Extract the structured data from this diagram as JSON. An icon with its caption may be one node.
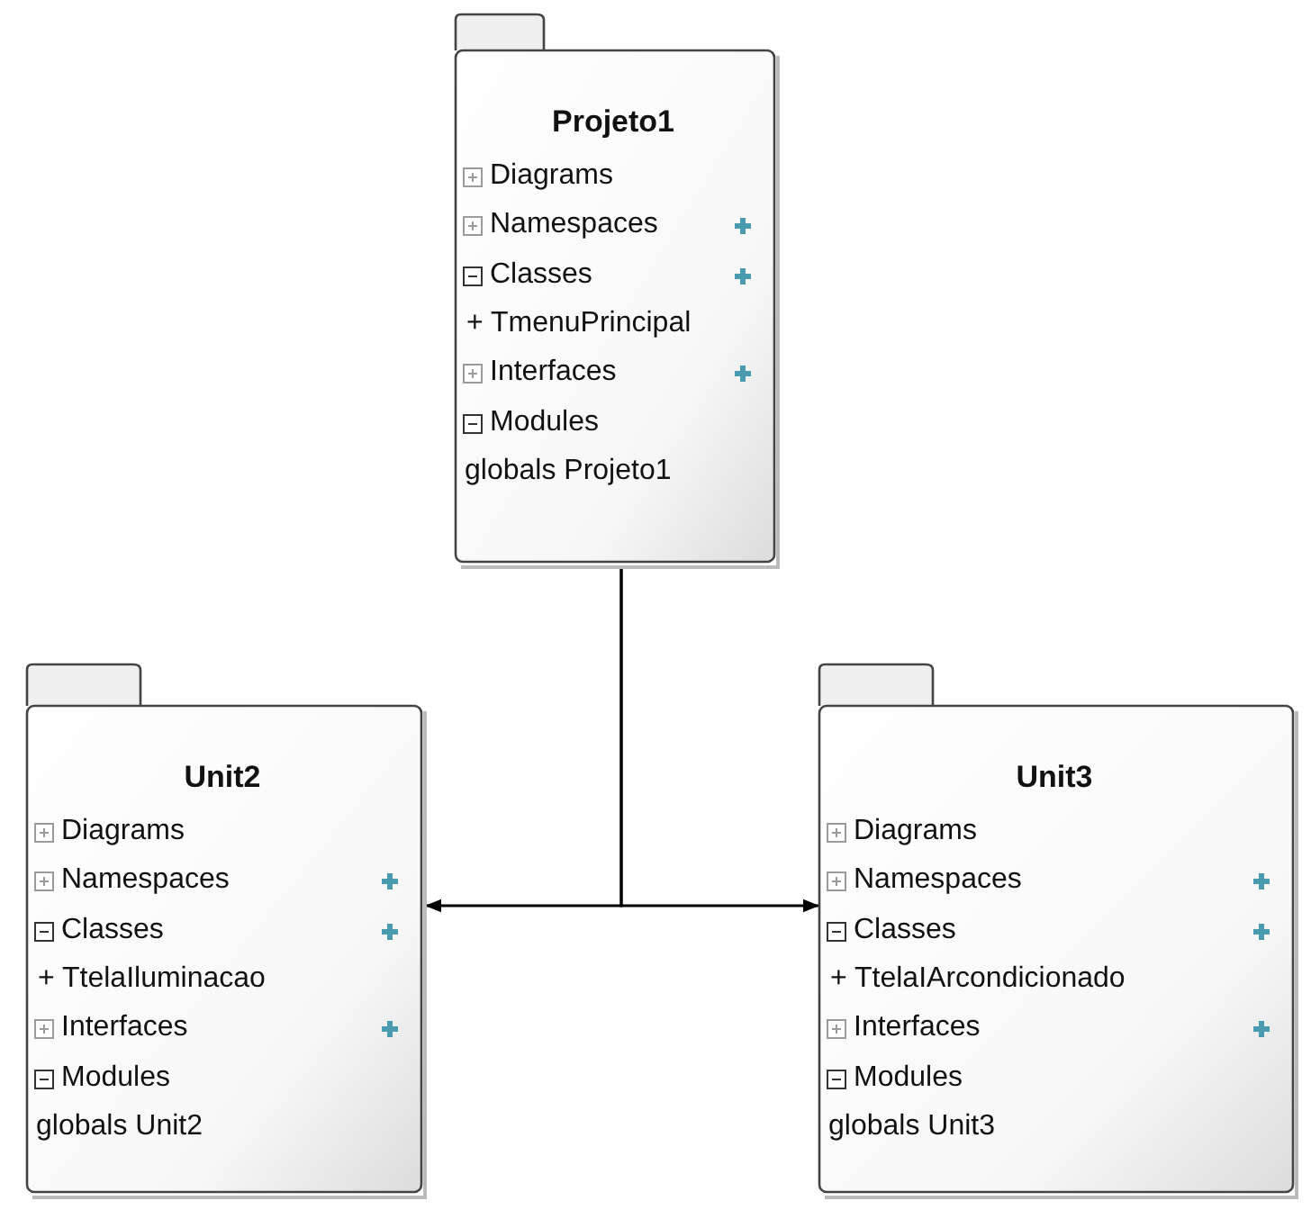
{
  "diagram": {
    "nodes": [
      {
        "text": [
          "Projeto1",
          "Diagrams",
          "Namespaces",
          "Classes",
          "+ TmenuPrincipal",
          "Interfaces",
          "Modules",
          "globals Projeto1"
        ]
      },
      {
        "text": [
          "Unit2",
          "Diagrams",
          "Namespaces",
          "Classes",
          "+ TtelaIluminacao",
          "Interfaces",
          "Modules",
          "globals Unit2"
        ]
      },
      {
        "text": [
          "Unit3",
          "Diagrams",
          "Namespaces",
          "Classes",
          "+ TtelaIArcondicionado",
          "Interfaces",
          "Modules",
          "globals Unit3"
        ]
      }
    ],
    "edges": [
      {
        "from": 0,
        "to": 1,
        "arrow": "to"
      },
      {
        "from": 0,
        "to": 2,
        "arrow": "to"
      }
    ]
  }
}
